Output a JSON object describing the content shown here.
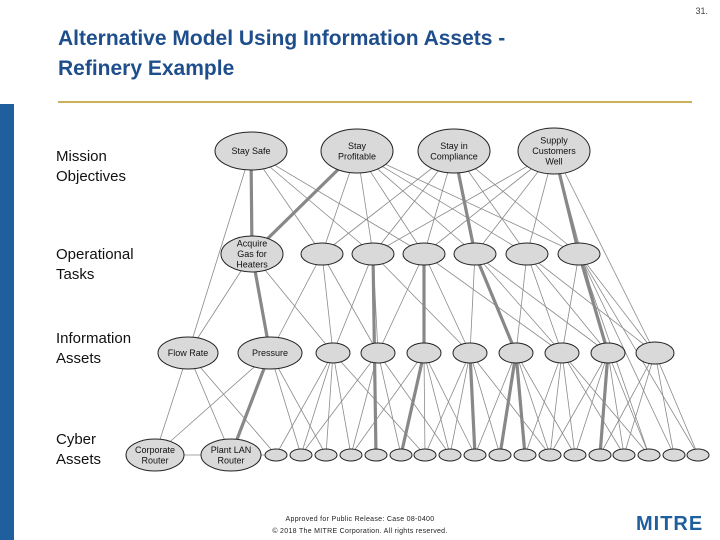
{
  "page_number": "31.",
  "title_line1": "Alternative Model Using Information Assets -",
  "title_line2": "Refinery Example",
  "levels": {
    "mission": "Mission\nObjectives",
    "operational": "Operational\nTasks",
    "information": "Information\nAssets",
    "cyber": "Cyber\nAssets"
  },
  "nodes": {
    "stay_safe": "Stay Safe",
    "stay_profitable": "Stay\nProfitable",
    "stay_in_compliance": "Stay in\nCompliance",
    "supply_customers": "Supply\nCustomers\nWell",
    "acquire_gas": "Acquire\nGas for\nHeaters",
    "flow_rate": "Flow Rate",
    "pressure": "Pressure",
    "corporate_router": "Corporate\nRouter",
    "plant_lan_router": "Plant LAN\nRouter"
  },
  "footer": {
    "line1": "Approved for Public Release:  Case 08-0400",
    "line2": "© 2018 The MITRE Corporation. All rights reserved."
  },
  "logo_text": "MITRE",
  "colors": {
    "title": "#1f4e8c",
    "node_fill": "#d9d9d9",
    "edge_thin": "#8a8a8a",
    "edge_thick": "#888888",
    "accent_bar": "#1f5f9e",
    "rule": "#c9b25a"
  }
}
